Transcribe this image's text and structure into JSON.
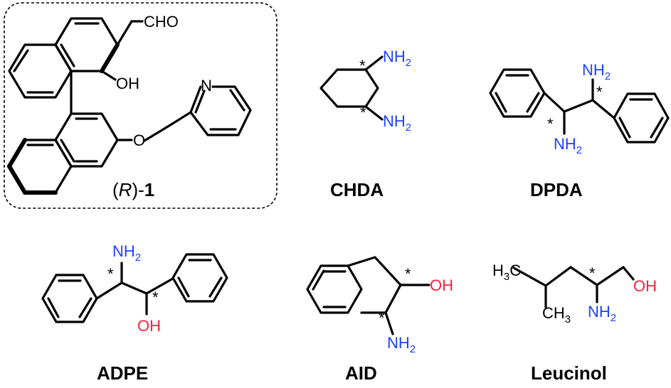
{
  "colors": {
    "amine": "#2040ff",
    "hydroxyl": "#ff2040",
    "bond": "#000000",
    "box_border": "#000000"
  },
  "star": "*",
  "compound1": {
    "aldehyde": "CHO",
    "hydroxyl": "OH",
    "pyridine_n": "N",
    "ether_o": "O",
    "label": {
      "open": "(",
      "config": "R",
      "close": ")-",
      "number": "1"
    }
  },
  "chda": {
    "amine1": {
      "main": "NH",
      "sub": "2"
    },
    "amine2": {
      "main": "NH",
      "sub": "2"
    },
    "label": "CHDA"
  },
  "dpda": {
    "amine1": {
      "main": "NH",
      "sub": "2"
    },
    "amine2": {
      "main": "NH",
      "sub": "2"
    },
    "label": "DPDA"
  },
  "adpe": {
    "amine": {
      "main": "NH",
      "sub": "2"
    },
    "hydroxyl": "OH",
    "label": "ADPE"
  },
  "aid": {
    "hydroxyl": "OH",
    "amine": {
      "main": "NH",
      "sub": "2"
    },
    "label": "AID"
  },
  "leucinol": {
    "methyl1": {
      "main": "H",
      "sub": "3",
      "tail": "C"
    },
    "methyl2": {
      "main": "CH",
      "sub": "3"
    },
    "hydroxyl": "OH",
    "amine": {
      "main": "NH",
      "sub": "2"
    },
    "label": "Leucinol"
  }
}
